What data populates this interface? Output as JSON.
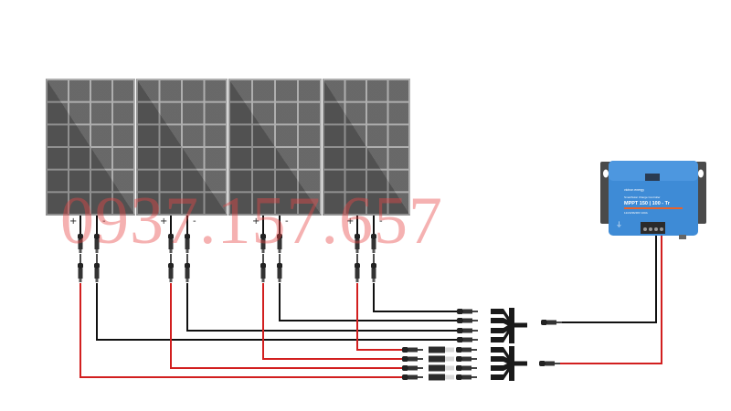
{
  "title": "Solar panel parallel wiring to MPPT charge controller",
  "watermark": "0937.157.657",
  "panels": [
    {
      "id": "panel-1",
      "plus_label": "+",
      "minus_label": "-"
    },
    {
      "id": "panel-2",
      "plus_label": "+",
      "minus_label": "-"
    },
    {
      "id": "panel-3",
      "plus_label": "+",
      "minus_label": "-"
    },
    {
      "id": "panel-4",
      "plus_label": "+",
      "minus_label": "-"
    }
  ],
  "panel_grid": {
    "columns": 4,
    "rows": 6
  },
  "branch_connectors": [
    {
      "name": "negative-branch-connector",
      "inputs": 4,
      "polarity": "negative"
    },
    {
      "name": "positive-branch-connector",
      "inputs": 4,
      "polarity": "positive"
    }
  ],
  "controller": {
    "brand": "victron energy",
    "product_line": "SmartSolar Charge Controller",
    "model": "MPPT 150 | 100 - Tr",
    "spec_line": "12/24/36/48V 100A"
  },
  "colors": {
    "positive_wire": "#d21f1f",
    "negative_wire": "#111111",
    "panel_cell": "#5f5f5f",
    "panel_grid_line": "#a9a9a9",
    "controller_blue": "#3e8bd6",
    "controller_bracket": "#4a4a4a",
    "controller_stripe": "#e8632b"
  }
}
